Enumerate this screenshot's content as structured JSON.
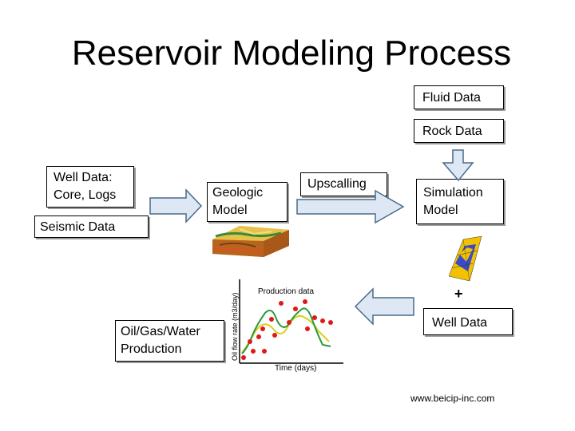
{
  "title": "Reservoir Modeling Process",
  "boxes": {
    "fluid_data": "Fluid Data",
    "rock_data": "Rock Data",
    "well_data_core_logs": "Well Data:\nCore, Logs",
    "seismic_data": "Seismic Data",
    "geologic_model": "Geologic\nModel",
    "upscalling": "Upscalling",
    "simulation_model": "Simulation\nModel",
    "well_data": "Well Data",
    "production": "Oil/Gas/Water\nProduction"
  },
  "plus_symbol": "+",
  "production_chart": {
    "title": "Production data",
    "ylabel": "Oil flow rate (m3/day)",
    "xlabel": "Time (days)"
  },
  "credit": "www.beicip-inc.com",
  "colors": {
    "arrow_fill": "#dde8f4",
    "arrow_stroke": "#4a6a8c",
    "data_points": "#e01818",
    "simulated_curve": "#2a9a3a",
    "observed_curve": "#d8d020"
  }
}
